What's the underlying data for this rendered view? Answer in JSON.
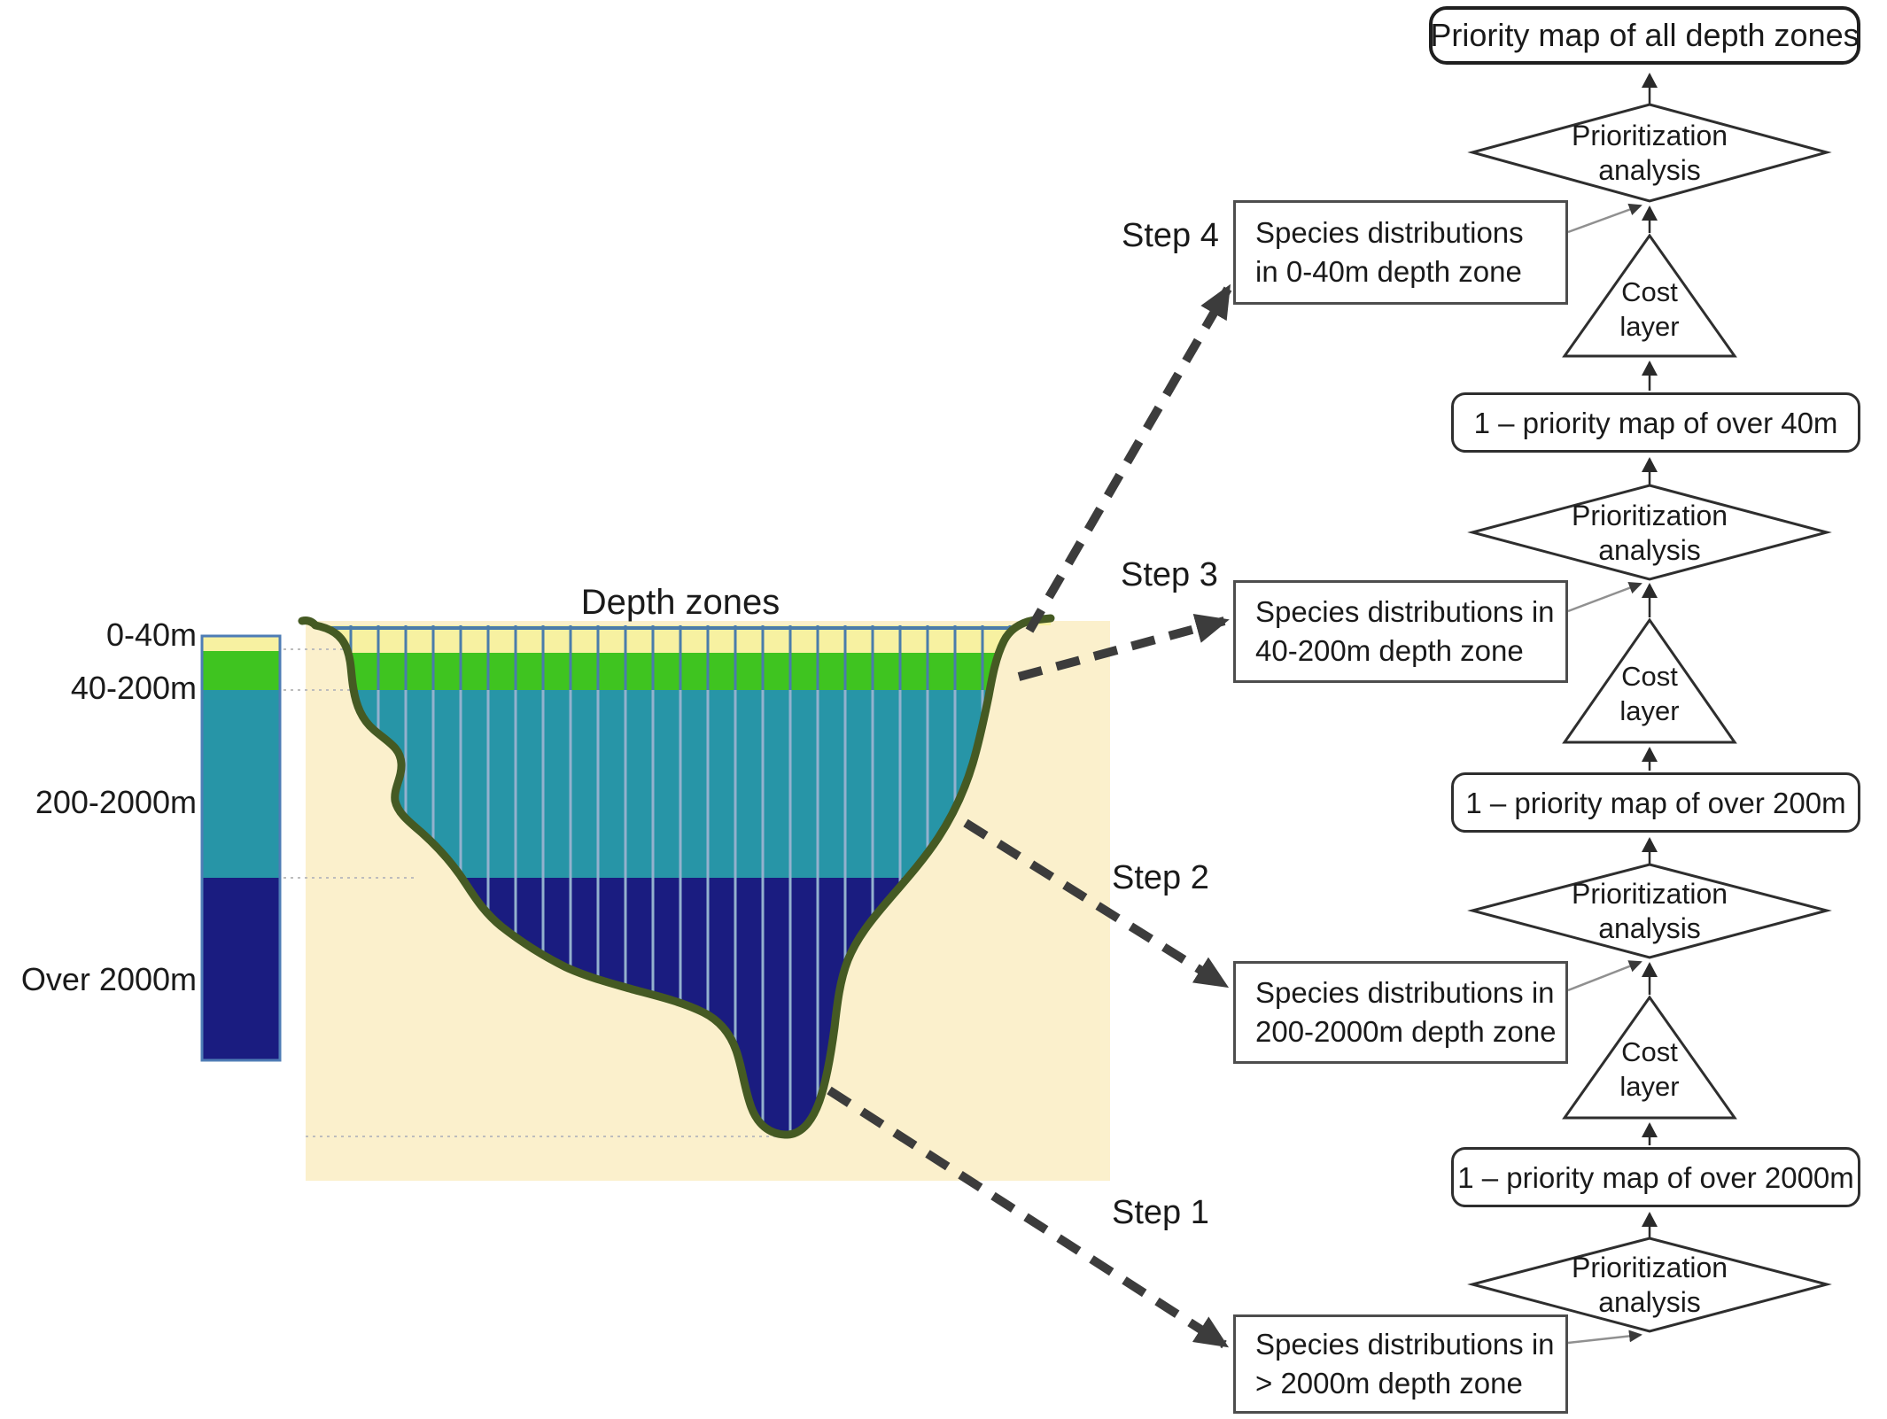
{
  "figure": {
    "legend": {
      "items": [
        {
          "label": "0-40m",
          "color": "#F7F1A1"
        },
        {
          "label": "40-200m",
          "color": "#3FC420"
        },
        {
          "label": "200-2000m",
          "color": "#2795A7"
        },
        {
          "label": "Over 2000m",
          "color": "#1A1C80"
        }
      ]
    },
    "cross_section": {
      "title": "Depth zones",
      "ground_color": "#FBF0CC",
      "outline_color": "#455A23",
      "stripe_dark_color": "#4A7CAB",
      "stripe_light_color": "#93B1CE"
    },
    "flowchart": {
      "result_box": "Priority map of all depth zones",
      "diamond": {
        "line1": "Prioritization",
        "line2": "analysis"
      },
      "cost": {
        "line1": "Cost",
        "line2": "layer"
      },
      "priority_maps": [
        "1 – priority map of over 40m",
        "1 – priority map of over 200m",
        "1 – priority map of over 2000m"
      ],
      "steps": [
        {
          "label": "Step 4",
          "line1": "Species distributions",
          "line2": "in 0-40m depth zone"
        },
        {
          "label": "Step 3",
          "line1": "Species distributions in",
          "line2": "40-200m depth zone"
        },
        {
          "label": "Step 2",
          "line1": "Species distributions in",
          "line2": "200-2000m depth zone"
        },
        {
          "label": "Step 1",
          "line1": "Species distributions in",
          "line2": "> 2000m depth zone"
        }
      ]
    }
  }
}
